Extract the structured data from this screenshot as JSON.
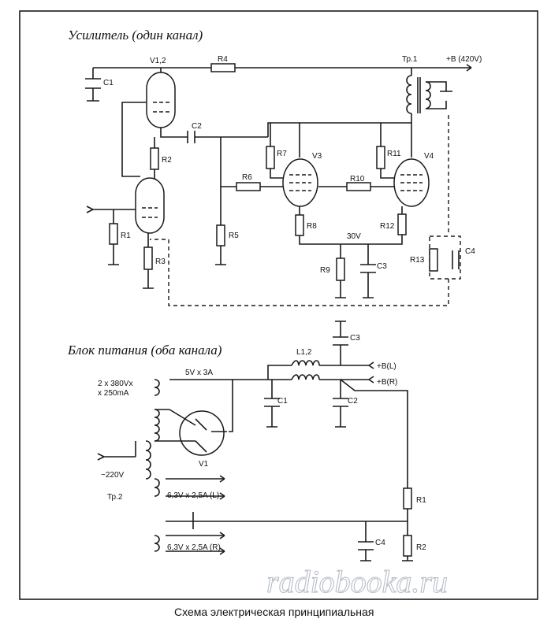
{
  "amplifier": {
    "title": "Усилитель (один канал)",
    "labels": {
      "v12": "V1,2",
      "r4": "R4",
      "c1": "C1",
      "c2": "C2",
      "r2": "R2",
      "r1": "R1",
      "r3": "R3",
      "r5": "R5",
      "r6": "R6",
      "r7": "R7",
      "v3": "V3",
      "r8": "R8",
      "r9": "R9",
      "c3": "C3",
      "v30": "30V",
      "r10": "R10",
      "r11": "R11",
      "v4": "V4",
      "r12": "R12",
      "r13": "R13",
      "c4": "C4",
      "tp1": "Тр.1",
      "b420": "+В (420V)"
    }
  },
  "power": {
    "title": "Блок питания (оба канала)",
    "labels": {
      "sec": "2 x 380Vx",
      "sec2": "x 250mA",
      "v5": "5V x 3A",
      "v1": "V1",
      "l12": "L1,2",
      "c3": "C3",
      "c1": "C1",
      "c2": "C2",
      "bl": "+В(L)",
      "br": "+В(R)",
      "mains": "~220V",
      "tp2": "Тр.2",
      "fil_l": "6,3V x 2,5A (L)",
      "fil_r": "6,3V x 2,5A (R)",
      "r1": "R1",
      "r2": "R2",
      "c4": "C4"
    }
  },
  "watermark": "radiobooka.ru",
  "caption": "Схема электрическая принципиальная"
}
